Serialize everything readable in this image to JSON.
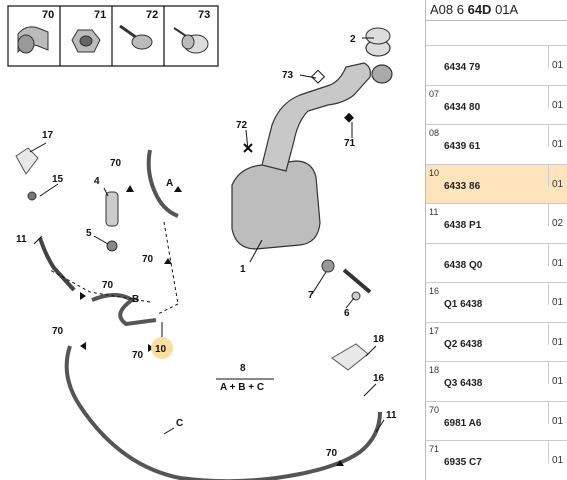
{
  "header": {
    "prefix": "A08 6 ",
    "bold": "64D",
    "suffix": " 01A"
  },
  "rows": [
    {
      "idx": "",
      "ref": "6434 79",
      "qty": "01",
      "selected": false
    },
    {
      "idx": "07",
      "ref": "6434 80",
      "qty": "01",
      "selected": false
    },
    {
      "idx": "08",
      "ref": "6439 61",
      "qty": "01",
      "selected": false
    },
    {
      "idx": "10",
      "ref": "6433 86",
      "qty": "01",
      "selected": true
    },
    {
      "idx": "11",
      "ref": "6438 P1",
      "qty": "02",
      "selected": false
    },
    {
      "idx": "",
      "ref": "6438 Q0",
      "qty": "01",
      "selected": false
    },
    {
      "idx": "16",
      "ref": "Q1 6438",
      "qty": "01",
      "selected": false
    },
    {
      "idx": "17",
      "ref": "Q2 6438",
      "qty": "01",
      "selected": false
    },
    {
      "idx": "18",
      "ref": "Q3 6438",
      "qty": "01",
      "selected": false
    },
    {
      "idx": "70",
      "ref": "6981 A6",
      "qty": "01",
      "selected": false
    },
    {
      "idx": "71",
      "ref": "6935 C7",
      "qty": "01",
      "selected": false
    }
  ],
  "diagram": {
    "hardware_boxes": [
      "70",
      "71",
      "72",
      "73"
    ],
    "callouts": {
      "c1": "1",
      "c2": "2",
      "c4": "4",
      "c5": "5",
      "c6": "6",
      "c7": "7",
      "c8": "8",
      "c10": "10",
      "c11a": "11",
      "c11b": "11",
      "c15": "15",
      "c16": "16",
      "c17": "17",
      "c18": "18",
      "c70a": "70",
      "c70b": "70",
      "c70c": "70",
      "c70d": "70",
      "c70e": "70",
      "c70f": "70",
      "c71": "71",
      "c72": "72",
      "c73": "73",
      "hose_a": "A",
      "hose_a2": "A",
      "hose_b": "B",
      "hose_c": "C",
      "formula": "A + B + C"
    }
  }
}
